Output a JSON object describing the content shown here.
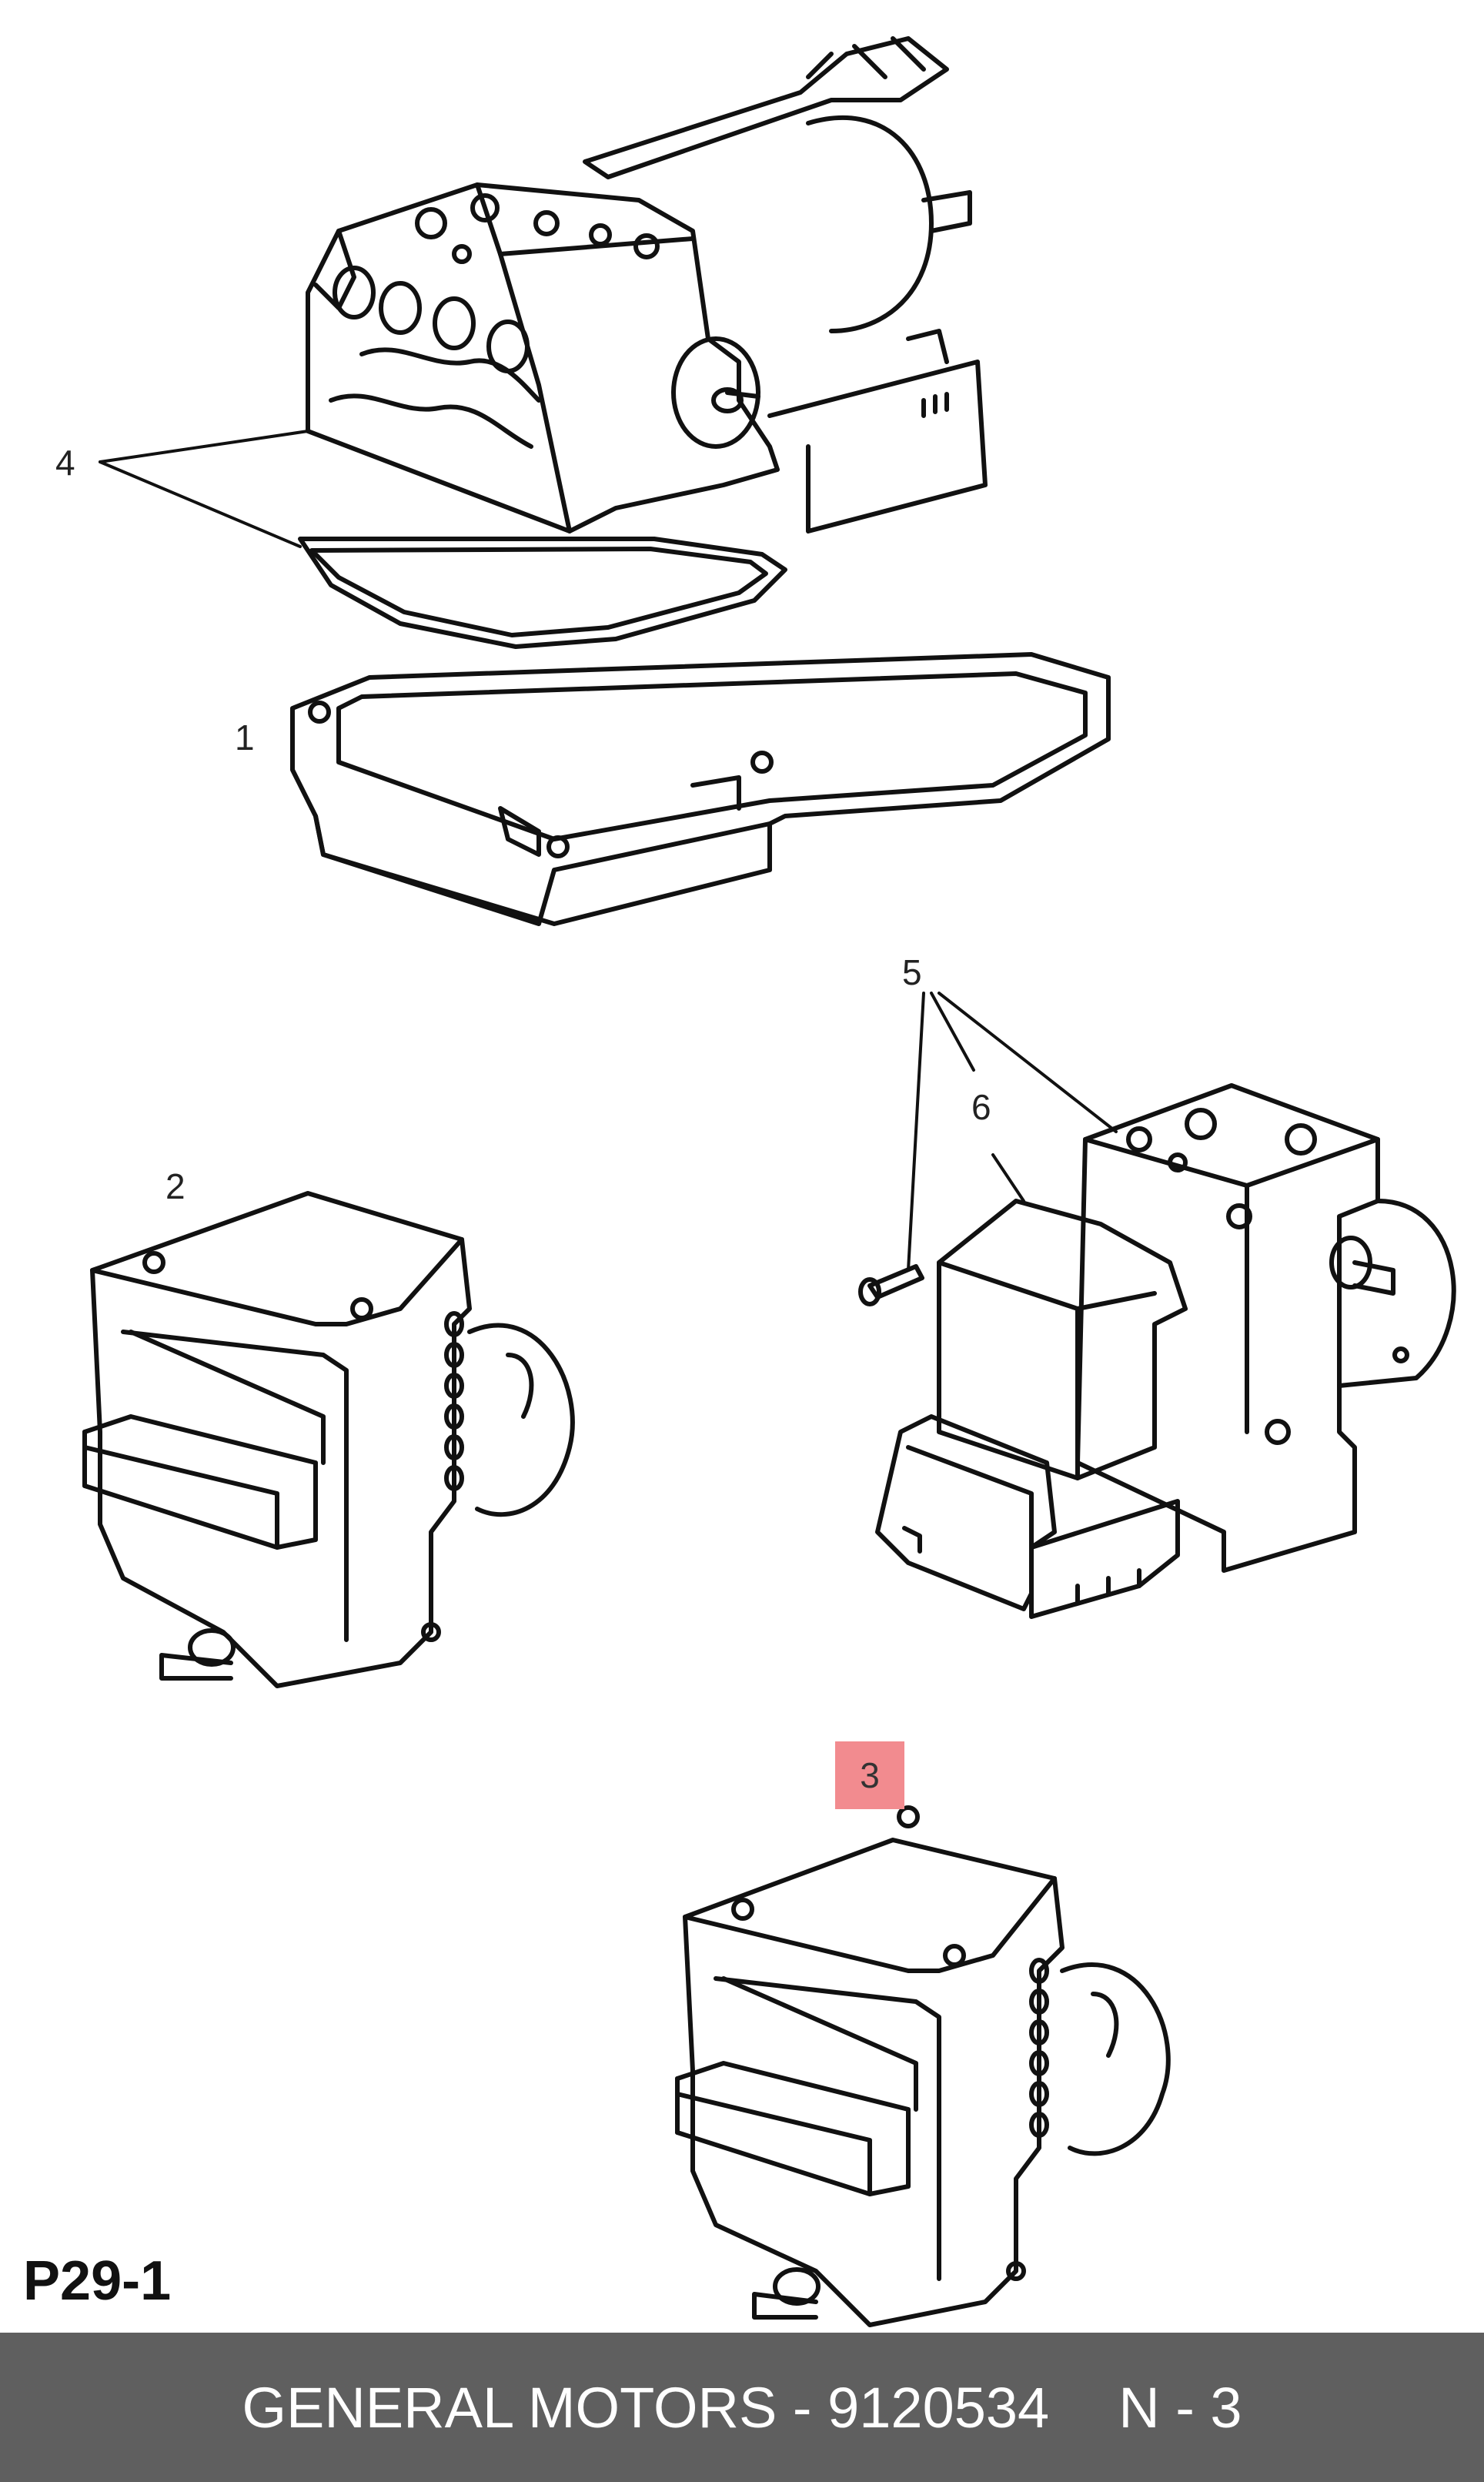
{
  "callouts": {
    "c1": "1",
    "c2": "2",
    "c3": "3",
    "c4": "4",
    "c5": "5",
    "c6": "6"
  },
  "highlight_color": "#f28b8f",
  "plate": "P29-1",
  "footer": {
    "part": "GENERAL MOTORS - 9120534",
    "qty": "N - 3"
  }
}
